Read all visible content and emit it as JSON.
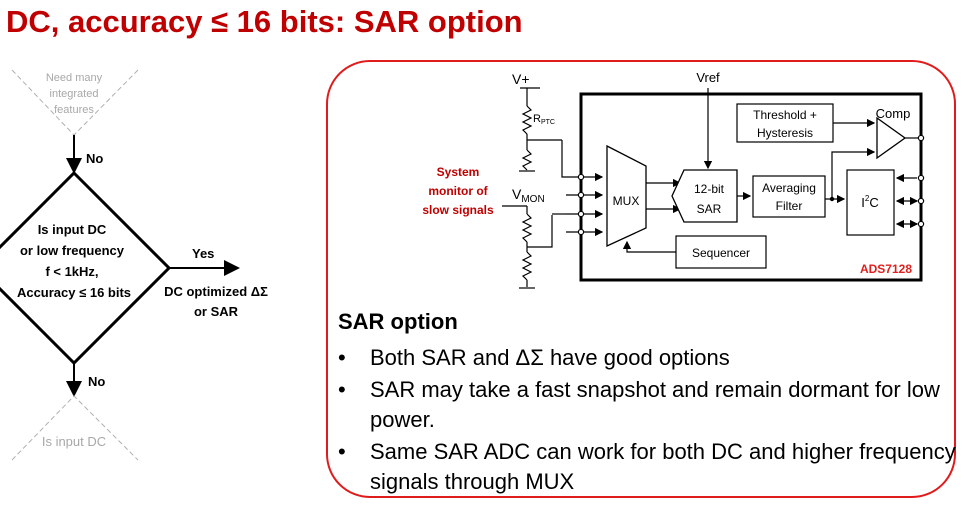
{
  "title": "DC, accuracy ≤ 16 bits: SAR option",
  "flowchart": {
    "top_label_lines": [
      "Need many",
      "integrated",
      "features"
    ],
    "no_top": "No",
    "decision_lines": [
      "Is input DC",
      "or low frequency",
      "f < 1kHz,",
      "Accuracy ≤ 16 bits"
    ],
    "yes": "Yes",
    "result_lines": [
      "DC optimized ΔΣ",
      "or SAR"
    ],
    "no_bottom": "No",
    "bottom_label": "Is input DC"
  },
  "circuit": {
    "vplus": "V+",
    "rptc": "R",
    "rptc_sub": "PTC",
    "vref": "Vref",
    "vmon": "V",
    "vmon_sub": "MON",
    "system_label_lines": [
      "System",
      "monitor of",
      "slow signals"
    ],
    "mux": "MUX",
    "sar_lines": [
      "12-bit",
      "SAR"
    ],
    "threshold_lines": [
      "Threshold +",
      "Hysteresis"
    ],
    "comp": "Comp",
    "avg_lines": [
      "Averaging",
      "Filter"
    ],
    "i2c": "I",
    "i2c_sup": "2",
    "i2c_tail": "C",
    "sequencer": "Sequencer",
    "part": "ADS7128"
  },
  "sar_heading": "SAR option",
  "bullets": [
    "Both SAR and ΔΣ have good options",
    "SAR may take a fast snapshot and remain dormant for low power.",
    "Same SAR ADC can work for both DC and higher frequency signals through MUX"
  ],
  "bullet_glyph": "•",
  "colors": {
    "accent_red": "#c00000",
    "panel_border": "#e01b1b",
    "part_label": "#e0201f"
  }
}
